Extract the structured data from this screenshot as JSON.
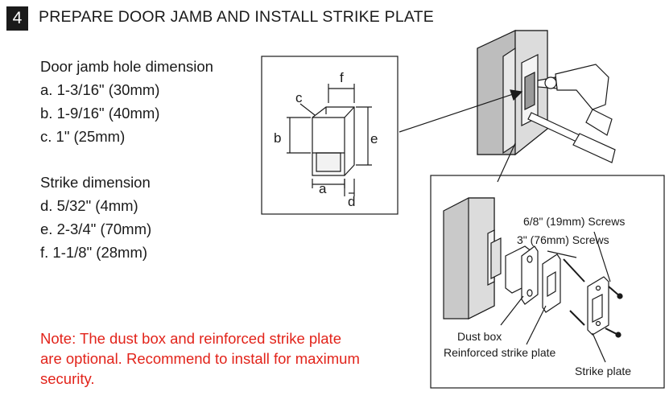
{
  "step": {
    "number": "4",
    "title": "PREPARE DOOR JAMB AND INSTALL STRIKE PLATE"
  },
  "door_jamb": {
    "heading": "Door jamb hole dimension",
    "items": [
      "a. 1-3/16\" (30mm)",
      "b. 1-9/16\" (40mm)",
      "c. 1\" (25mm)"
    ]
  },
  "strike": {
    "heading": "Strike dimension",
    "items": [
      "d. 5/32\" (4mm)",
      "e. 2-3/4\" (70mm)",
      "f.  1-1/8\" (28mm)"
    ]
  },
  "note": "Note: The dust box and reinforced strike plate are optional. Recommend to install for maximum security.",
  "diagram_letters": {
    "a": "a",
    "b": "b",
    "c": "c",
    "d": "d",
    "e": "e",
    "f": "f"
  },
  "parts": {
    "screws_short": "6/8\" (19mm) Screws",
    "screws_long": "3\" (76mm) Screws",
    "dust_box": "Dust box",
    "reinforced_plate": "Reinforced strike plate",
    "strike_plate": "Strike plate"
  },
  "colors": {
    "note": "#e2231a",
    "badge": "#1a1a1a"
  }
}
